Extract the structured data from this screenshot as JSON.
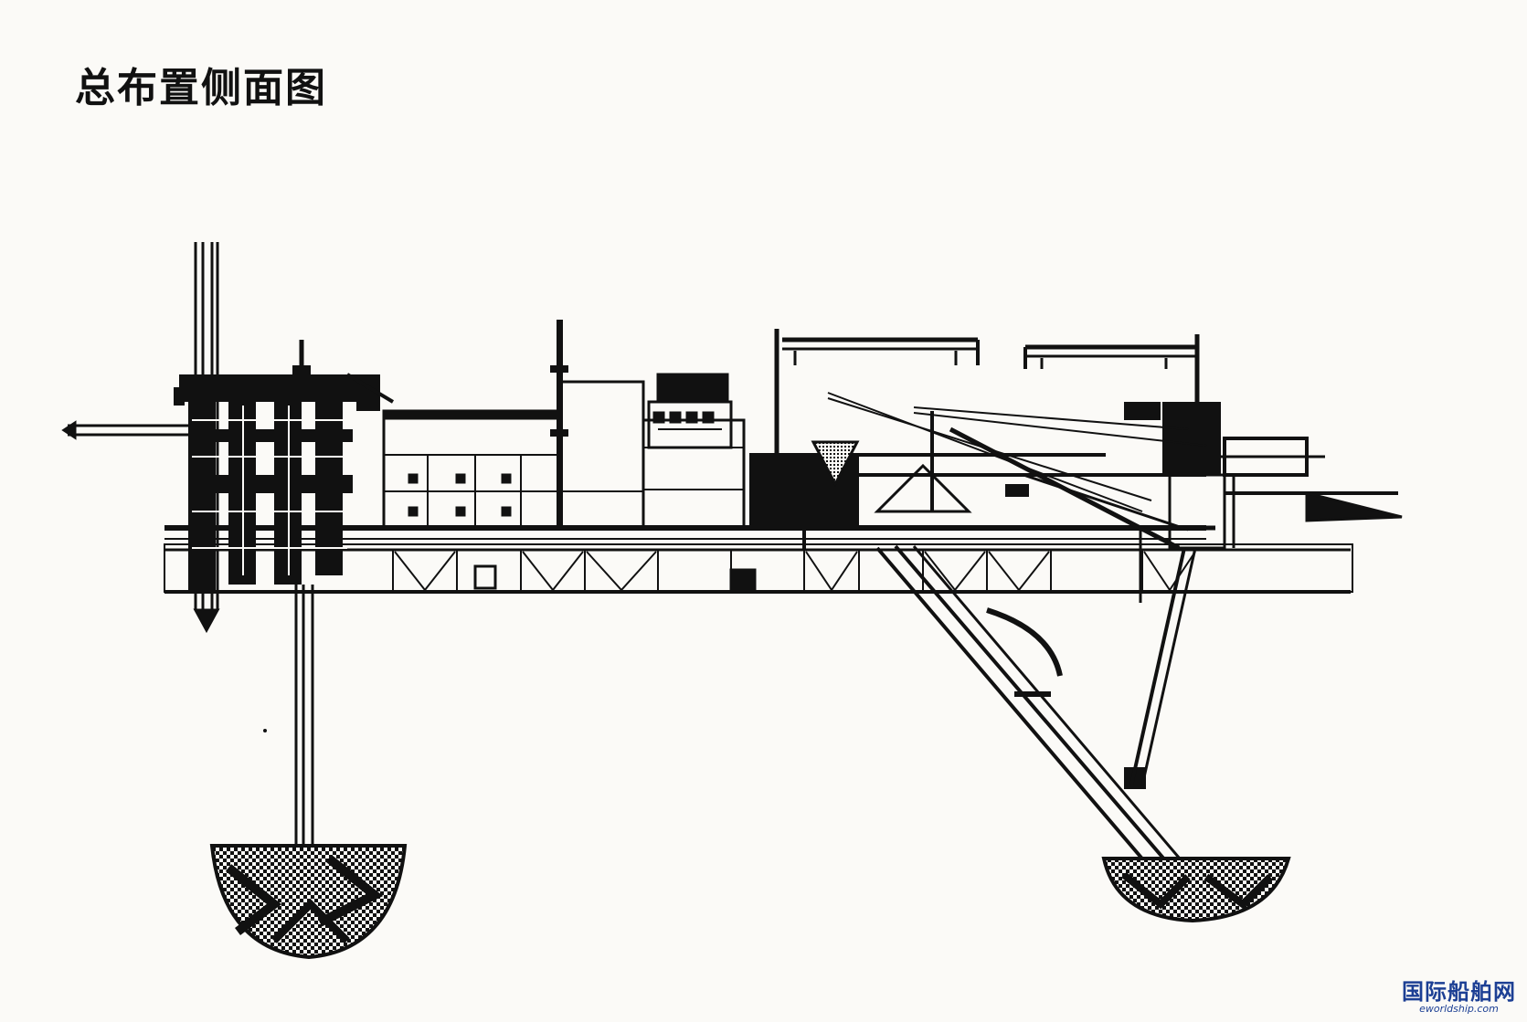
{
  "title": "总布置侧面图",
  "watermark": {
    "cn": "国际船舶网",
    "en": "eworldship.com"
  },
  "colors": {
    "ink": "#111111",
    "paper": "#fbfaf7",
    "watermark": "#1c3f94"
  }
}
